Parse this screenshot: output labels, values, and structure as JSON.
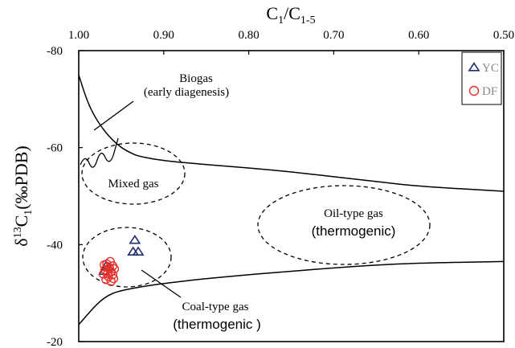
{
  "chart_data": {
    "type": "scatter",
    "x_axis": {
      "label_main": "C",
      "label_sub1": "1",
      "label_mid": "/C",
      "label_sub2": "1-5",
      "position": "top",
      "range": [
        1.0,
        0.5
      ],
      "ticks": [
        1.0,
        0.9,
        0.8,
        0.7,
        0.6,
        0.5
      ],
      "tick_labels": [
        "1.00",
        "0.90",
        "0.80",
        "0.70",
        "0.60",
        "0.50"
      ]
    },
    "y_axis": {
      "label_delta": "δ",
      "label_sup": "13",
      "label_c": "C",
      "label_sub": "1",
      "label_unit": "(‰PDB)",
      "range": [
        -80,
        -20
      ],
      "ticks": [
        -80,
        -60,
        -40,
        -20
      ],
      "tick_labels": [
        "-80",
        "-60",
        "-40",
        "-20"
      ]
    },
    "legend": {
      "placement": "top-right",
      "entries": [
        {
          "name": "YC",
          "marker": "triangle",
          "color": "#1f2d6e"
        },
        {
          "name": "DF",
          "marker": "circle",
          "color": "#e8302a"
        }
      ]
    },
    "series": [
      {
        "name": "YC",
        "marker": "triangle",
        "color": "#1f2d6e",
        "points": [
          {
            "x": 0.934,
            "y": -40.9
          },
          {
            "x": 0.936,
            "y": -38.5
          },
          {
            "x": 0.93,
            "y": -38.5
          },
          {
            "x": 0.965,
            "y": -35.3
          },
          {
            "x": 0.97,
            "y": -34.5
          },
          {
            "x": 0.968,
            "y": -35.5
          }
        ]
      },
      {
        "name": "DF",
        "marker": "circle",
        "color": "#e8302a",
        "points": [
          {
            "x": 0.963,
            "y": -36.5
          },
          {
            "x": 0.967,
            "y": -36.0
          },
          {
            "x": 0.96,
            "y": -35.6
          },
          {
            "x": 0.964,
            "y": -35.2
          },
          {
            "x": 0.958,
            "y": -35.0
          },
          {
            "x": 0.969,
            "y": -34.8
          },
          {
            "x": 0.962,
            "y": -34.4
          },
          {
            "x": 0.966,
            "y": -34.0
          },
          {
            "x": 0.96,
            "y": -33.8
          },
          {
            "x": 0.971,
            "y": -33.9
          },
          {
            "x": 0.965,
            "y": -33.4
          },
          {
            "x": 0.959,
            "y": -33.0
          },
          {
            "x": 0.968,
            "y": -32.8
          },
          {
            "x": 0.962,
            "y": -32.4
          },
          {
            "x": 0.97,
            "y": -35.8
          }
        ]
      }
    ],
    "boundary_curves": [
      {
        "id": "upper",
        "points": [
          [
            1.0,
            -75.0
          ],
          [
            0.99,
            -69.5
          ],
          [
            0.98,
            -66.0
          ],
          [
            0.97,
            -63.5
          ],
          [
            0.96,
            -61.5
          ],
          [
            0.95,
            -60.0
          ],
          [
            0.94,
            -59.0
          ],
          [
            0.93,
            -58.2
          ],
          [
            0.9,
            -57.3
          ],
          [
            0.85,
            -56.5
          ],
          [
            0.8,
            -55.8
          ],
          [
            0.75,
            -55.0
          ],
          [
            0.7,
            -54.0
          ],
          [
            0.65,
            -53.0
          ],
          [
            0.6,
            -52.0
          ],
          [
            0.5,
            -51.0
          ]
        ]
      },
      {
        "id": "lower",
        "points": [
          [
            1.0,
            -23.5
          ],
          [
            0.99,
            -25.5
          ],
          [
            0.98,
            -27.5
          ],
          [
            0.97,
            -29.0
          ],
          [
            0.96,
            -30.0
          ],
          [
            0.95,
            -30.5
          ],
          [
            0.93,
            -31.2
          ],
          [
            0.9,
            -32.0
          ],
          [
            0.85,
            -33.0
          ],
          [
            0.8,
            -33.8
          ],
          [
            0.75,
            -34.5
          ],
          [
            0.7,
            -35.2
          ],
          [
            0.65,
            -35.8
          ],
          [
            0.6,
            -36.2
          ],
          [
            0.5,
            -36.5
          ]
        ]
      }
    ],
    "regions": [
      {
        "label_lines": [
          "Biogas",
          "(early diagenesis)"
        ]
      },
      {
        "label_lines": [
          "Mixed gas"
        ]
      },
      {
        "label_lines": [
          "Oil-type gas",
          "(thermogenic)"
        ]
      },
      {
        "label_lines": [
          "Coal-type gas",
          "(thermogenic )"
        ]
      }
    ]
  }
}
